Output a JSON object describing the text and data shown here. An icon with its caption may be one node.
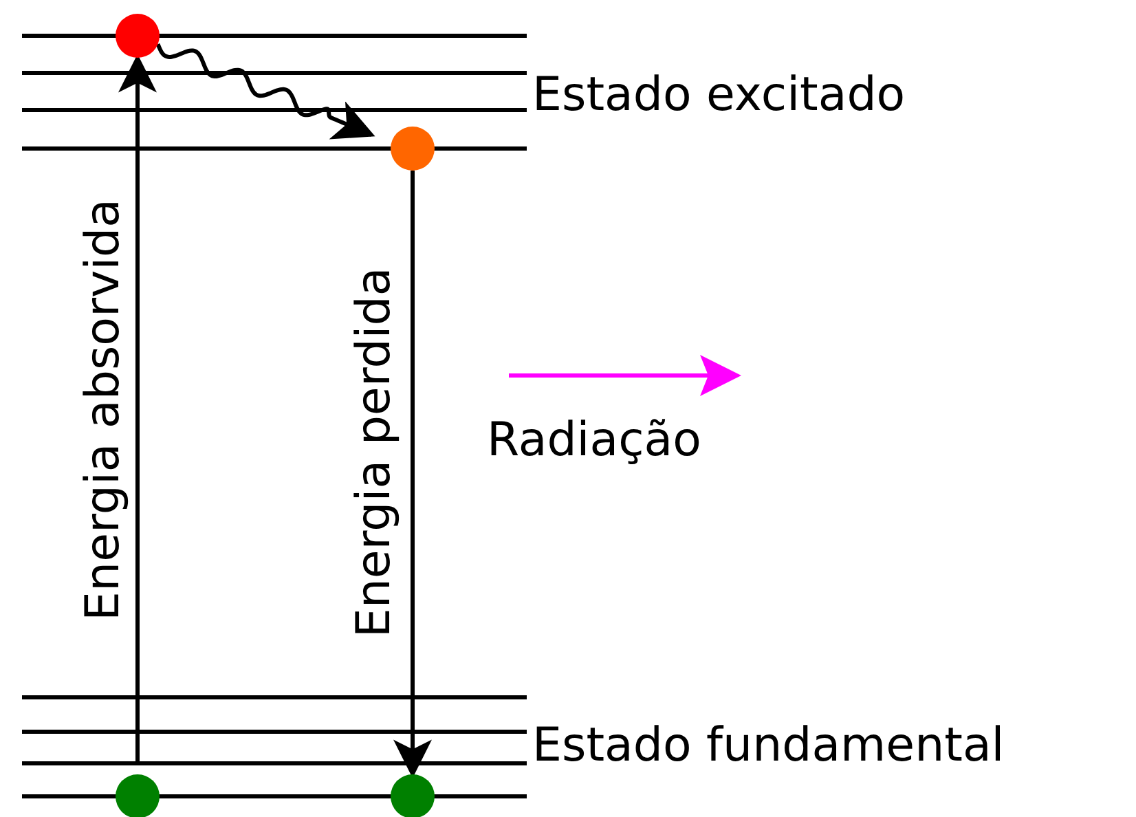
{
  "diagram": {
    "nodes": [
      {
        "text": [],
        "shape": "circle"
      },
      {
        "text": [],
        "shape": "circle"
      },
      {
        "text": [],
        "shape": "circle"
      },
      {
        "text": [],
        "shape": "circle"
      }
    ],
    "edges": [
      {
        "from": 2,
        "to": 0,
        "arrow": "to",
        "label": "Energia absorvida"
      },
      {
        "from": 0,
        "to": 1,
        "arrow": "to"
      },
      {
        "from": 1,
        "to": 3,
        "arrow": "to",
        "label": "Energia perdida"
      }
    ],
    "labels": [
      "Estado excitado",
      "Estado fundamental"
    ],
    "legend": [
      {
        "text": "Radiação"
      }
    ]
  }
}
